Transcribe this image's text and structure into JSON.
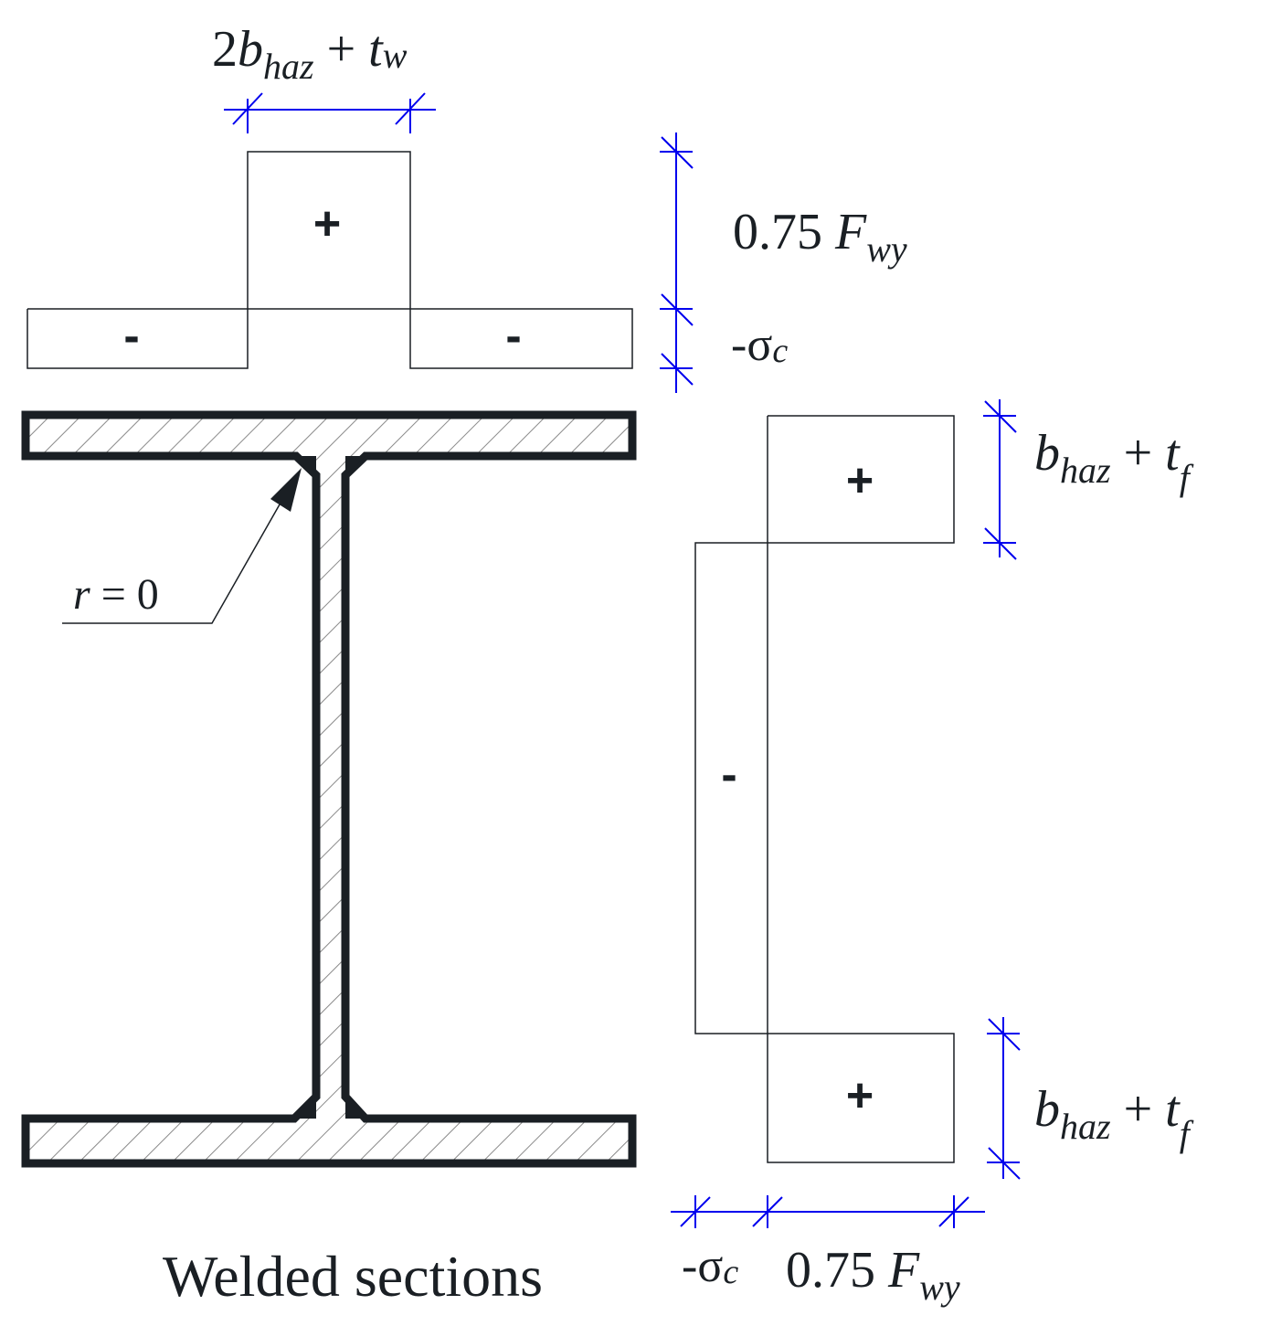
{
  "caption": "Welded sections",
  "radius_label": {
    "var": "r",
    "eq": " =  0"
  },
  "flange_stress": {
    "width_label": {
      "lead": "2",
      "b": "b",
      "b_sub": "haz",
      "plus": " + ",
      "t": "t",
      "t_sub": "w"
    },
    "tension_label": {
      "num": "0.75 ",
      "F": "F",
      "F_sub": "wy"
    },
    "compression_label": {
      "minus": "-",
      "sigma": "σ",
      "sigma_sub": "c"
    },
    "signs": {
      "positive": "+",
      "negative_left": "-",
      "negative_right": "-"
    }
  },
  "web_stress": {
    "top_height_label": {
      "b": "b",
      "b_sub": "haz",
      "plus": " + ",
      "t": "t",
      "t_sub": "f"
    },
    "bottom_height_label": {
      "b": "b",
      "b_sub": "haz",
      "plus": " + ",
      "t": "t",
      "t_sub": "f"
    },
    "compression_label": {
      "minus": "-",
      "sigma": "σ",
      "sigma_sub": "c"
    },
    "tension_label": {
      "num": "0.75 ",
      "F": "F",
      "F_sub": "wy"
    },
    "signs": {
      "positive_top": "+",
      "negative": "-",
      "positive_bottom": "+"
    }
  },
  "colors": {
    "dimension": "#0000ee",
    "outline": "#1a1f24",
    "hatch": "#8a8a8a"
  }
}
